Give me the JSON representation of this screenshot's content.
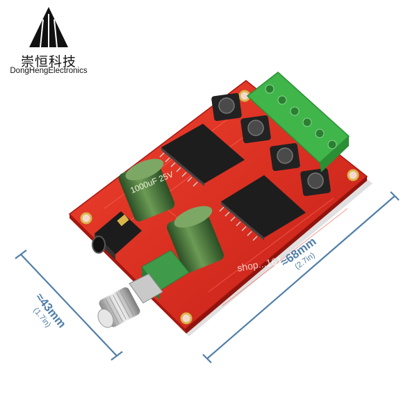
{
  "brand": {
    "name_cn": "崇恒科技",
    "name_en": "DongHengElectronics"
  },
  "watermark": "shop...161...",
  "dimensions": {
    "width": {
      "main": "≈68mm",
      "sub": "(2.7in)"
    },
    "height": {
      "main": "≈43mm",
      "sub": "(1.7in)"
    }
  },
  "capacitor_label": "1000uF 25V",
  "colors": {
    "pcb": "#e02a1e",
    "terminal": "#3fb54a",
    "capacitor": "#3d6b35",
    "dimension": "#4f7ea8"
  }
}
